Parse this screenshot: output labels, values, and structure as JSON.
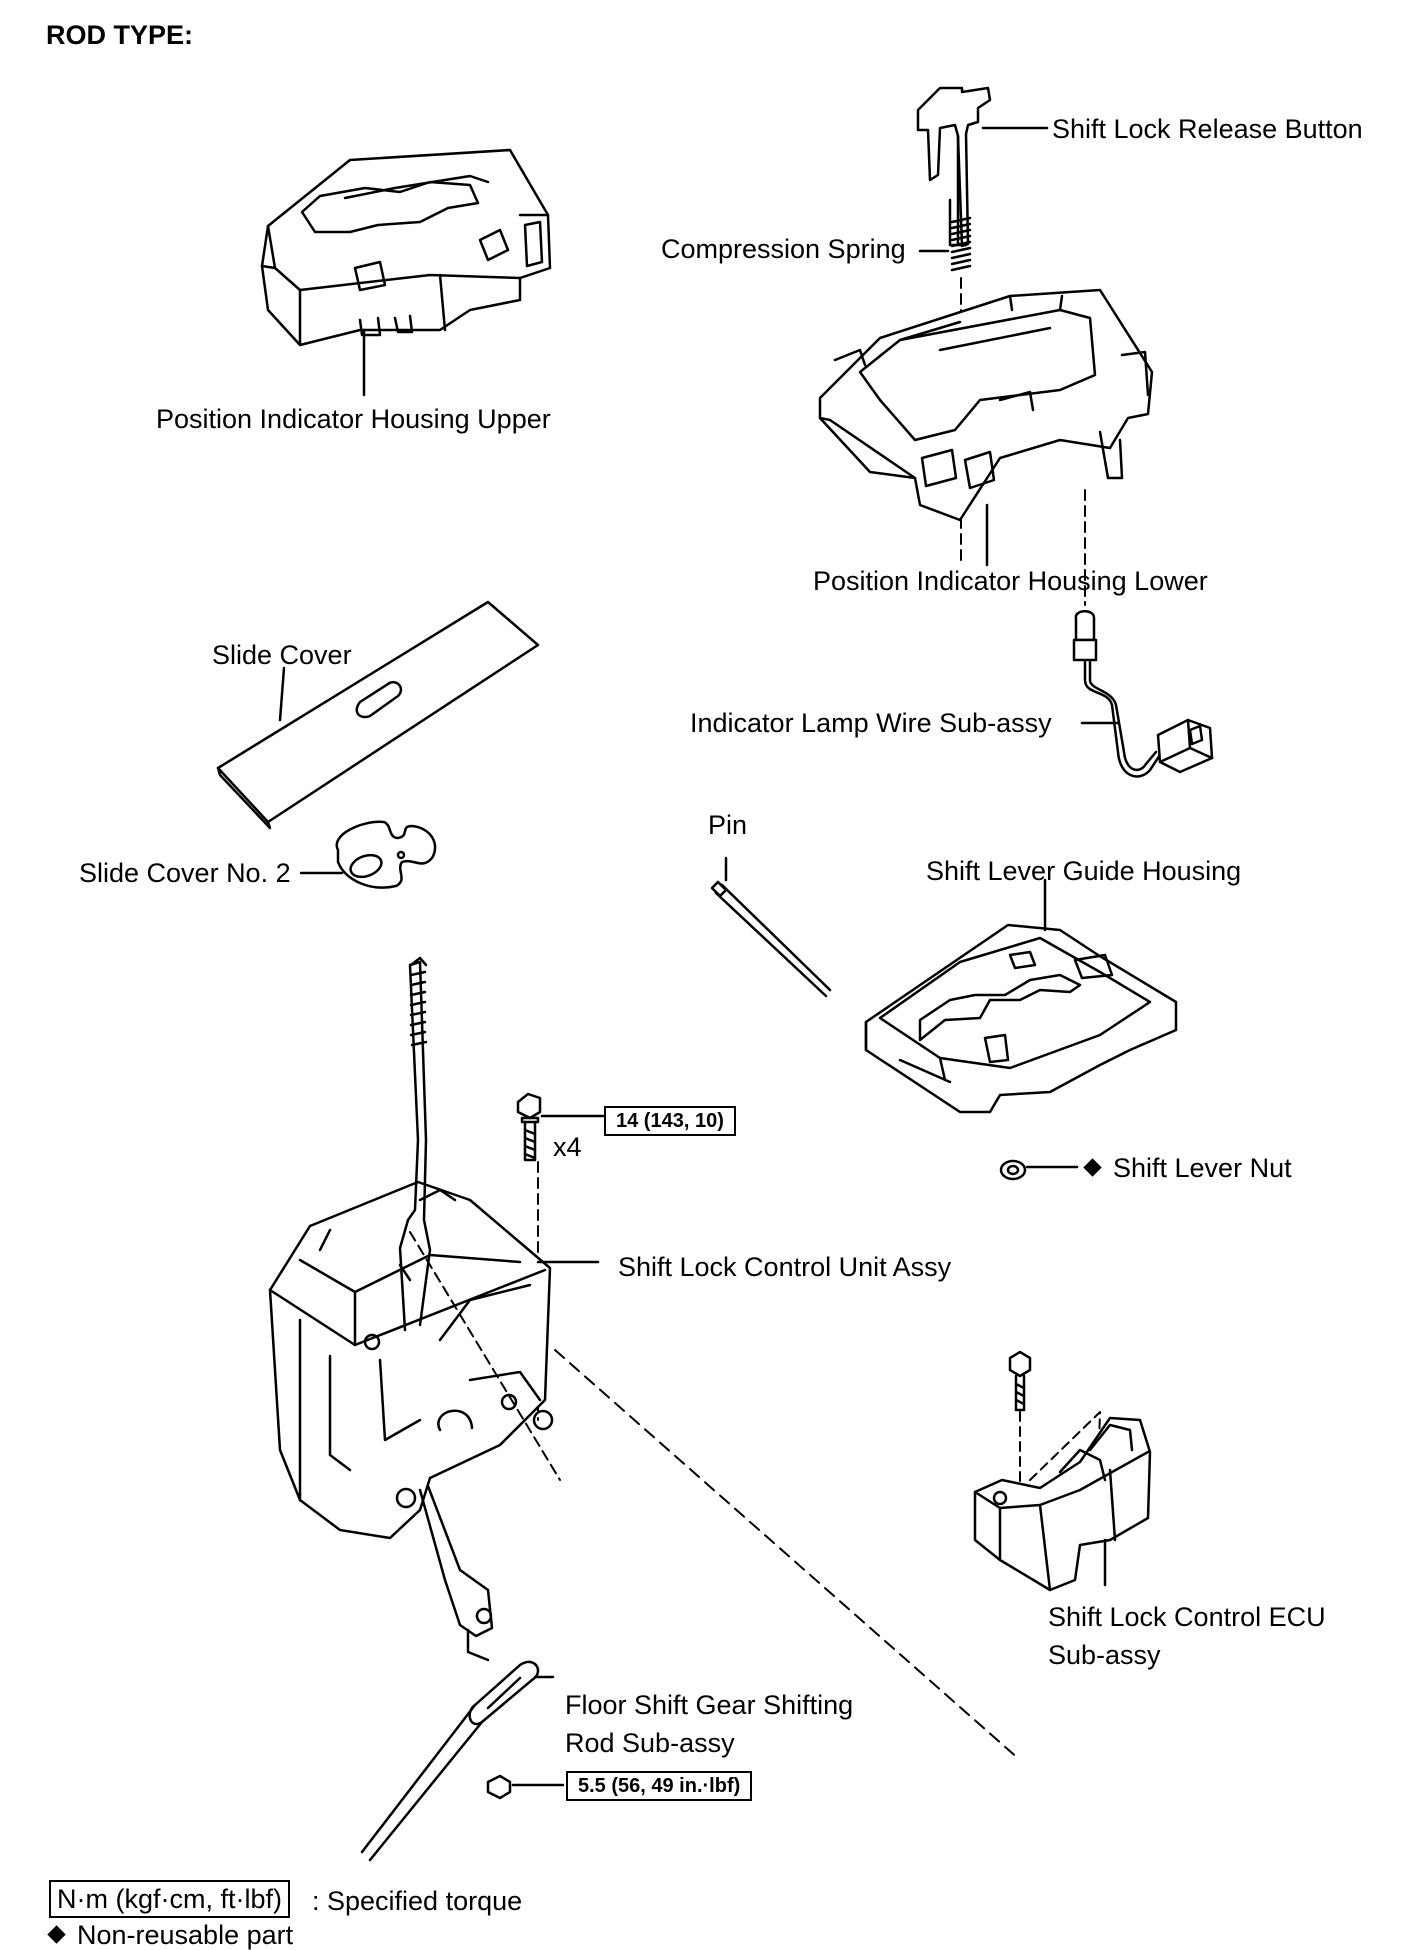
{
  "title": "ROD TYPE:",
  "labels": {
    "shift_lock_release_button": "Shift Lock Release Button",
    "compression_spring": "Compression Spring",
    "position_indicator_housing_upper": "Position Indicator Housing Upper",
    "position_indicator_housing_lower": "Position Indicator Housing Lower",
    "slide_cover": "Slide Cover",
    "indicator_lamp_wire": "Indicator Lamp Wire Sub-assy",
    "pin": "Pin",
    "shift_lever_guide_housing": "Shift Lever Guide Housing",
    "slide_cover_no2": "Slide Cover No. 2",
    "shift_lever_nut": "Shift Lever Nut",
    "shift_lock_control_unit": "Shift Lock Control Unit Assy",
    "shift_lock_control_ecu_line1": "Shift Lock Control ECU",
    "shift_lock_control_ecu_line2": "Sub-assy",
    "floor_shift_rod_line1": "Floor Shift Gear Shifting",
    "floor_shift_rod_line2": "Rod Sub-assy",
    "bolt_qty": "x4"
  },
  "torques": {
    "bolt": "14 (143, 10)",
    "nut": "5.5 (56, 49 in.·lbf)"
  },
  "legend": {
    "torque_unit": "N·m (kgf·cm, ft·lbf)",
    "torque_text": ": Specified torque",
    "nonreusable_text": "Non-reusable part"
  }
}
